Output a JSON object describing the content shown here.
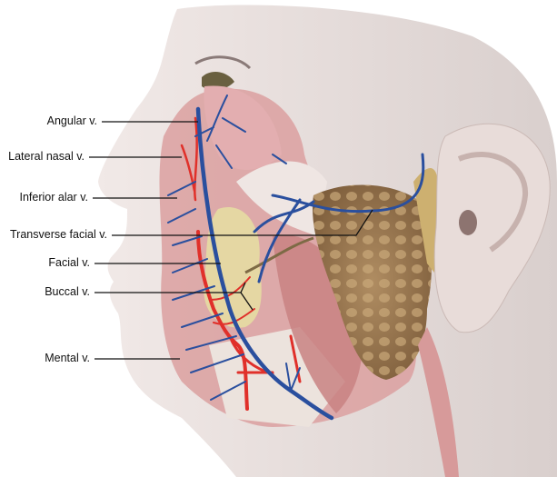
{
  "figure": {
    "labels": {
      "angular": "Angular v.",
      "lateral_nasal": "Lateral nasal v.",
      "inferior_alar": "Inferior alar v.",
      "transverse_facial": "Transverse facial v.",
      "facial": "Facial v.",
      "buccal": "Buccal v.",
      "mental": "Mental v."
    },
    "colors": {
      "vein": "#2a4f9e",
      "artery": "#e0302a",
      "muscle": "#d99a9a",
      "parotid": "#9a7a55",
      "skin": "#ece2df"
    }
  }
}
